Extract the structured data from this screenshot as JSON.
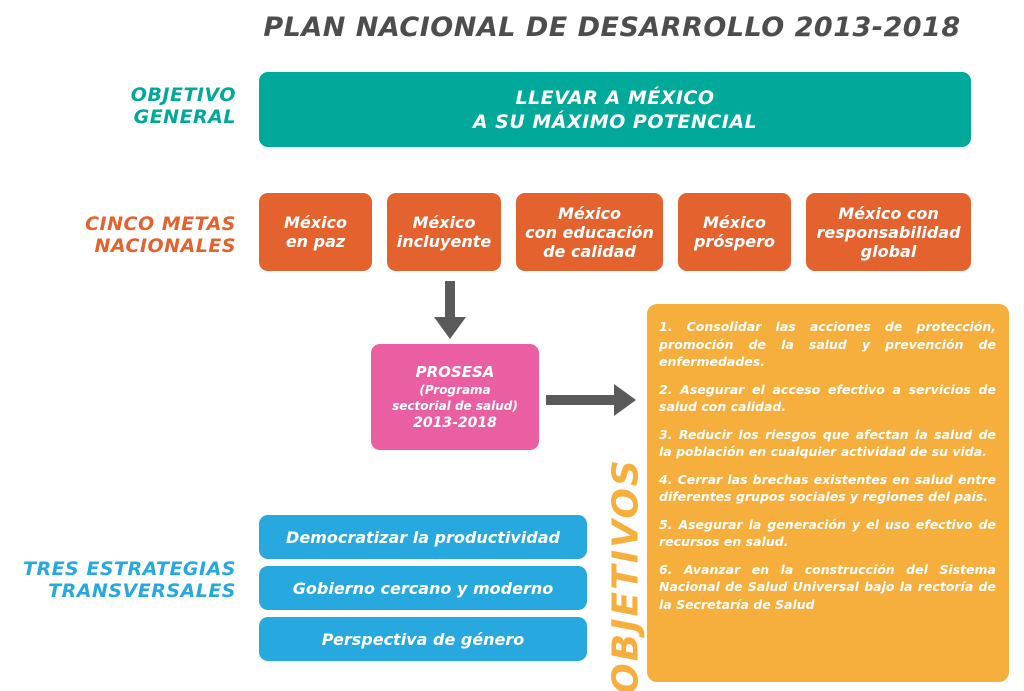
{
  "title": "PLAN NACIONAL DE DESARROLLO 2013-2018",
  "labels": {
    "objetivo_general": [
      "OBJETIVO",
      "GENERAL"
    ],
    "cinco_metas": [
      "CINCO METAS",
      "NACIONALES"
    ],
    "tres_estrategias": [
      "TRES ESTRATEGIAS",
      "TRANSVERSALES"
    ]
  },
  "goal": [
    "LLEVAR A MÉXICO",
    "A SU MÁXIMO POTENCIAL"
  ],
  "metas": [
    [
      "México",
      "en paz"
    ],
    [
      "México",
      "incluyente"
    ],
    [
      "México",
      "con educación",
      "de calidad"
    ],
    [
      "México",
      "próspero"
    ],
    [
      "México con",
      "responsabilidad",
      "global"
    ]
  ],
  "prosesa": {
    "name": "PROSESA",
    "line1": "(Programa",
    "line2": "sectorial de salud)",
    "years": "2013-2018"
  },
  "estrategias": [
    "Democratizar la productividad",
    "Gobierno cercano y moderno",
    "Perspectiva de género"
  ],
  "objetivos_label": "OBJETIVOS",
  "objetivos": [
    "1. Consolidar las acciones de protección, promoción de la salud y prevención de enfermedades.",
    "2. Asegurar el acceso efectivo a servicios de salud con calidad.",
    "3. Reducir los riesgos que afectan la salud de la población en cualquier actividad de su vida.",
    "4. Cerrar las brechas existentes en salud entre diferentes grupos sociales y regiones del país.",
    "5. Asegurar la generación y el uso efectivo de recursos en salud.",
    "6. Avanzar en la construcción del Sistema Nacional de Salud Universal bajo la rectoría de la Secretaría de Salud"
  ],
  "colors": {
    "title": "#4d4d4d",
    "teal": "#00a99a",
    "orange": "#e4622e",
    "pink": "#ea5fa2",
    "blue": "#27a9e0",
    "amber": "#f6ae3d",
    "arrow": "#5a5a5a"
  }
}
